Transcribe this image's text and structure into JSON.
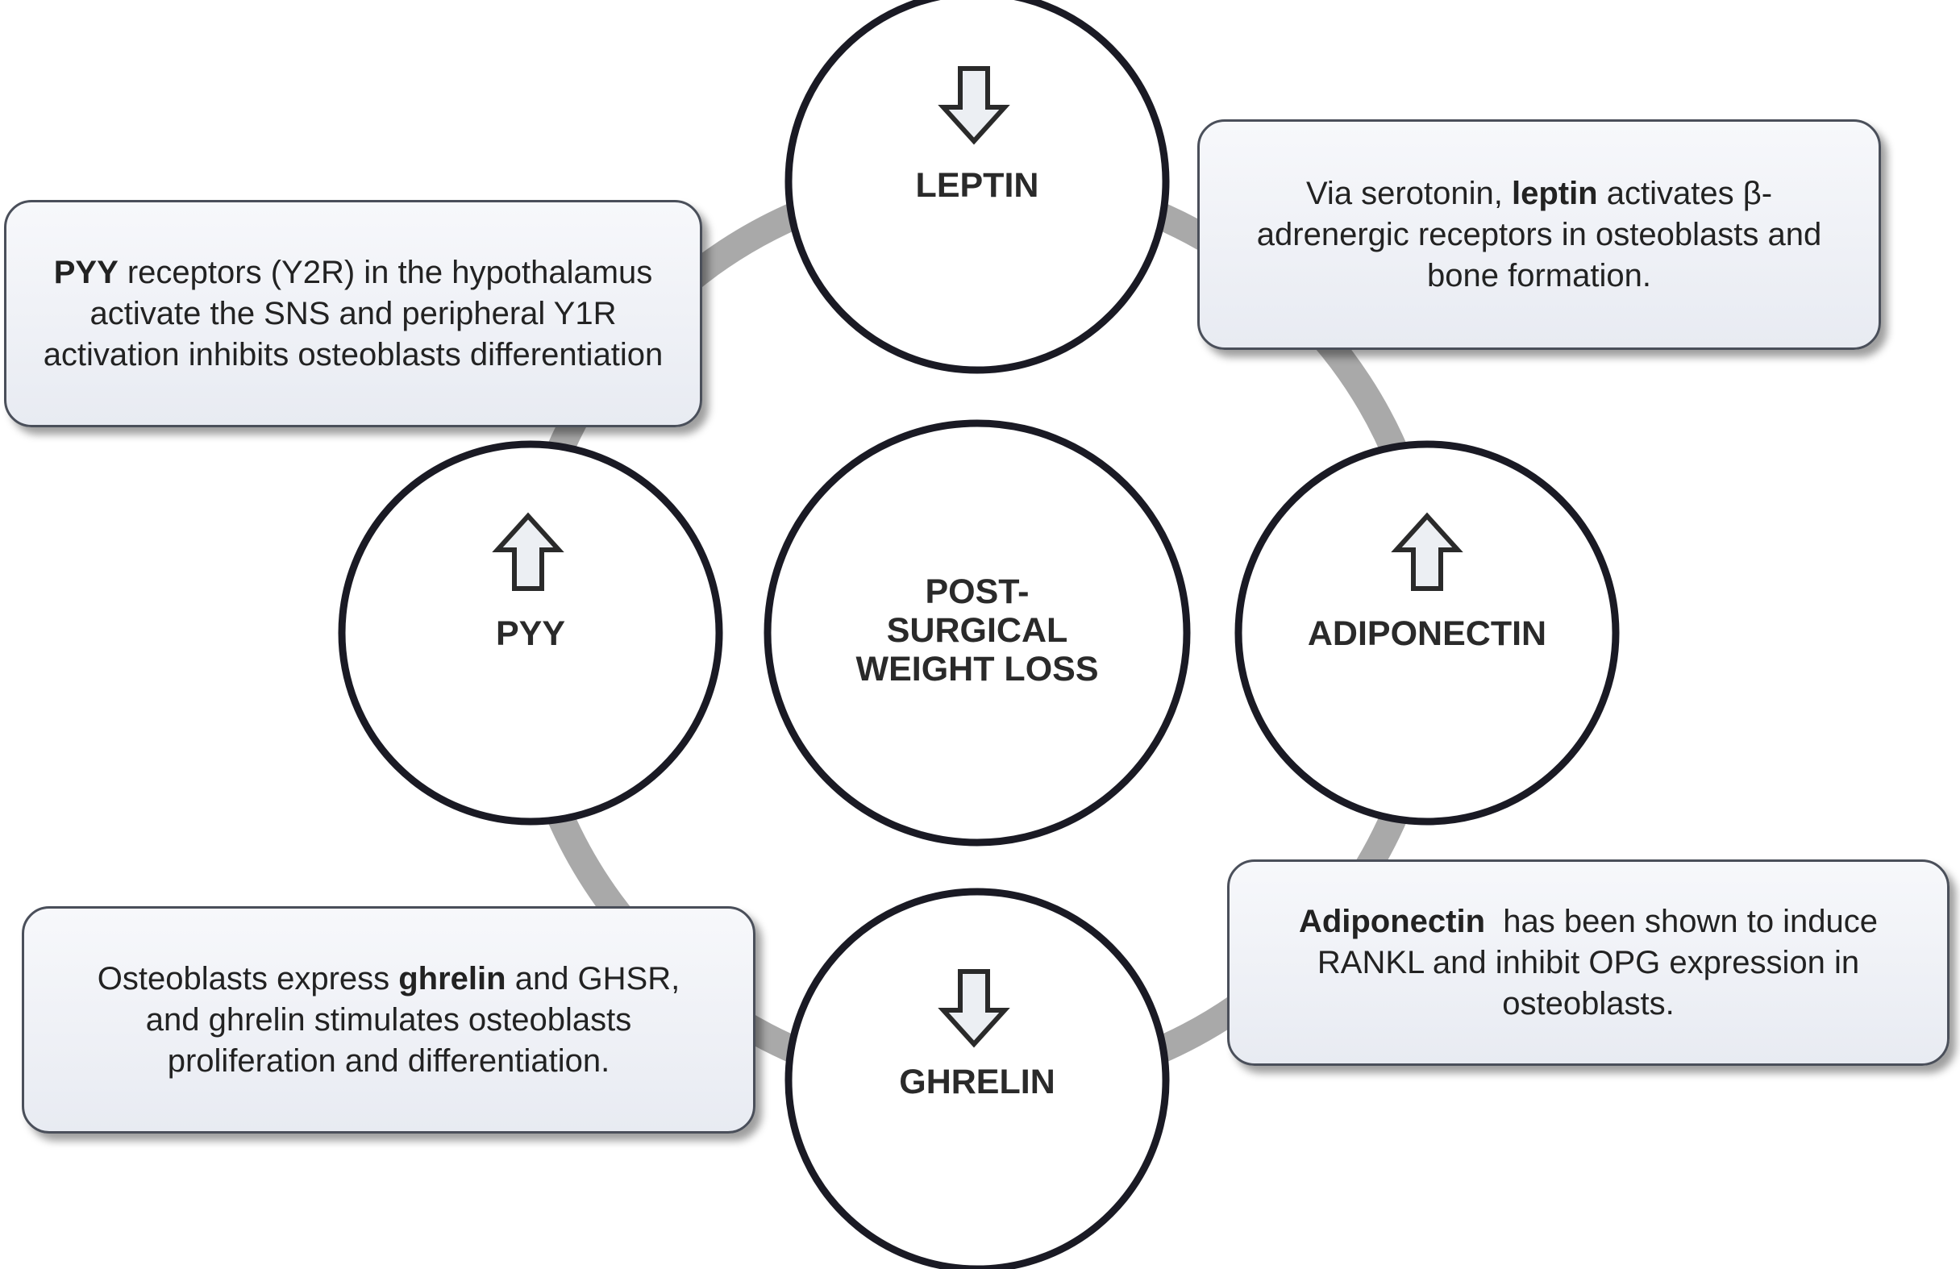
{
  "center": {
    "line1": "POST-",
    "line2": "SURGICAL",
    "line3": "WEIGHT LOSS"
  },
  "nodes": {
    "leptin": {
      "label": "LEPTIN",
      "arrow": "down-arrow-icon"
    },
    "adiponectin": {
      "label": "ADIPONECTIN",
      "arrow": "up-arrow-icon"
    },
    "ghrelin": {
      "label": "GHRELIN",
      "arrow": "down-arrow-icon"
    },
    "pyy": {
      "label": "PYY",
      "arrow": "up-arrow-icon"
    }
  },
  "boxes": {
    "pyy": {
      "bold": "PYY",
      "text": " receptors (Y2R) in the hypothalamus activate the SNS and peripheral Y1R activation inhibits osteoblasts differentiation"
    },
    "leptin": {
      "pre": "Via serotonin, ",
      "bold": "leptin",
      "post": " activates β-adrenergic receptors in osteoblasts and bone formation."
    },
    "adiponectin": {
      "bold": "Adiponectin",
      "post": "  has been shown to induce RANKL and inhibit OPG expression in osteoblasts."
    },
    "ghrelin": {
      "pre": "Osteoblasts express ",
      "bold": "ghrelin",
      "post": " and GHSR, and ghrelin stimulates osteoblasts proliferation and differentiation."
    }
  },
  "colors": {
    "ring": "#a9a9a9",
    "circle_border": "#1a1a24",
    "box_border": "#4a4f5a",
    "arrow_fill": "#eceff3",
    "arrow_stroke": "#2a2a2a"
  }
}
